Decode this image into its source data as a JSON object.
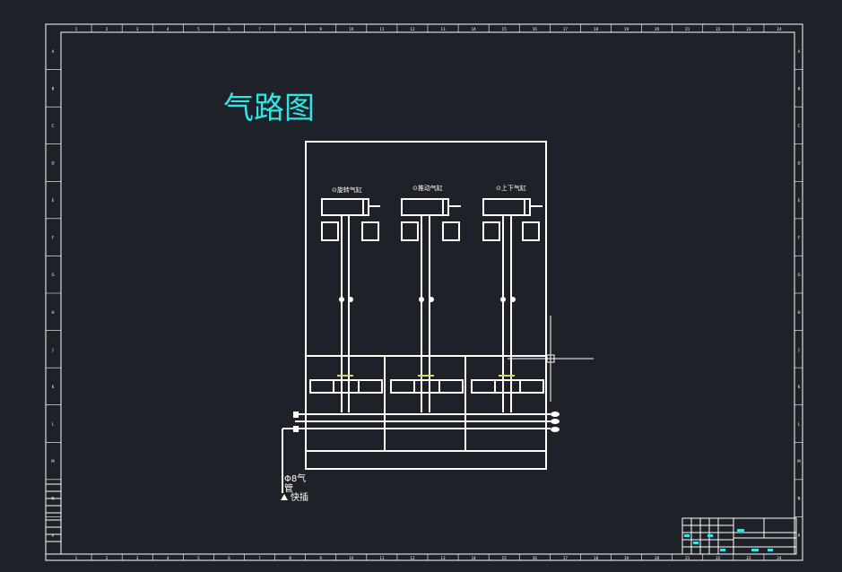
{
  "drawing": {
    "title": "气路图",
    "colors": {
      "background": "#1e2127",
      "line": "#ffffff",
      "accent": "#2ee6e6",
      "valve_mark": "#d8d860"
    },
    "cylinders": [
      {
        "label": "⊙旋转气缸"
      },
      {
        "label": "⊙推动气缸"
      },
      {
        "label": "⊙上下气缸"
      }
    ],
    "supply": {
      "line1": "Φ8气",
      "line2": "管",
      "line3": "快插"
    },
    "border_col_marks": [
      "1",
      "2",
      "3",
      "4",
      "5",
      "6",
      "7",
      "8",
      "9",
      "10",
      "11",
      "12",
      "13",
      "14",
      "15",
      "16",
      "17",
      "18",
      "19",
      "20",
      "21",
      "22",
      "23",
      "24"
    ],
    "border_row_marks": [
      "A",
      "B",
      "C",
      "D",
      "E",
      "F",
      "G",
      "H",
      "J",
      "K",
      "L",
      "M",
      "N",
      "P"
    ]
  }
}
